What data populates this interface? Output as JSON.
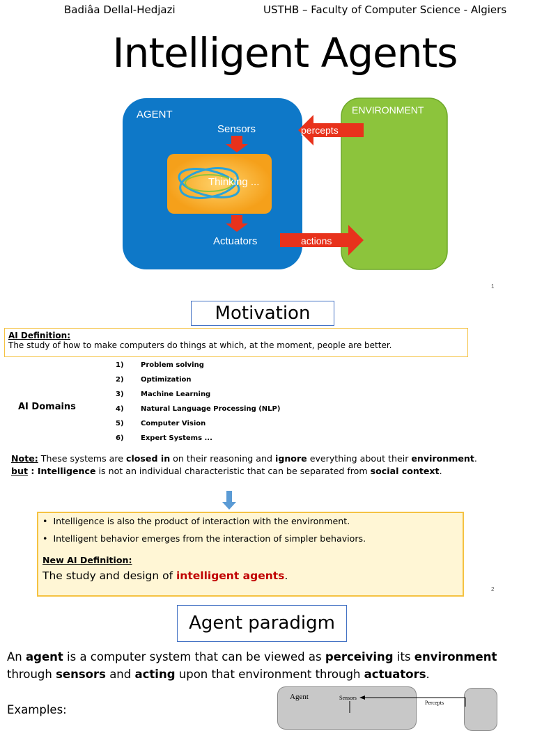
{
  "header": {
    "author": "Badiâa Dellal-Hedjazi",
    "institution": "USTHB – Faculty of Computer Science - Algiers"
  },
  "slide1": {
    "title": "Intelligent Agents",
    "page": "1",
    "diagram": {
      "agent_label": "AGENT",
      "environment_label": "ENVIRONMENT",
      "sensors": "Sensors",
      "thinking": "Thinking ...",
      "actuators": "Actuators",
      "percepts": "percepts",
      "actions": "actions"
    }
  },
  "slide2": {
    "title": "Motivation",
    "page": "2",
    "ai_def_heading": "AI Definition:",
    "ai_def_text": "The study of how to make computers do things at which, at the moment, people are better.",
    "domains_label": "AI Domains",
    "domains": [
      {
        "num": "1)",
        "label": "Problem solving"
      },
      {
        "num": "2)",
        "label": "Optimization"
      },
      {
        "num": "3)",
        "label": "Machine Learning"
      },
      {
        "num": "4)",
        "label": "Natural Language Processing  (NLP)"
      },
      {
        "num": "5)",
        "label": "Computer Vision"
      },
      {
        "num": "6)",
        "label": "Expert Systems ..."
      }
    ],
    "note": {
      "note_label": "Note:",
      "t1": " These systems are ",
      "b1": "closed in",
      "t2": " on their reasoning and ",
      "b2": "ignore",
      "t3": " everything about their ",
      "b3": "environment",
      "t4": ".",
      "but_label": "but",
      "t5": " : ",
      "b4": "Intelligence",
      "t6": " is not an individual characteristic that can be separated from ",
      "b5": "social context",
      "t7": "."
    },
    "bullets": [
      "Intelligence is also the product of interaction with the environment.",
      "Intelligent behavior emerges from the interaction of simpler behaviors."
    ],
    "new_def_heading": "New AI Definition:",
    "new_def_prefix": "The study and design of ",
    "new_def_highlight": "intelligent agents",
    "new_def_suffix": "."
  },
  "slide3": {
    "title": "Agent paradigm",
    "p1": "An ",
    "b1": "agent",
    "p2": " is a computer system that can be viewed as ",
    "b2": "perceiving",
    "p3": " its ",
    "b3": "environment",
    "p4": "through ",
    "b4": "sensors",
    "p5": " and ",
    "b5": "acting",
    "p6": " upon that environment through ",
    "b6": "actuators",
    "p7": ".",
    "examples": "Examples:",
    "mini": {
      "agent": "Agent",
      "sensors": "Sensors",
      "percepts": "Percepts"
    }
  },
  "colors": {
    "agent_blue": "#0e78c8",
    "environment_green": "#8cc43c",
    "thinking_orange": "#f7a21b",
    "arrow_red": "#e8321c",
    "box_border_blue": "#4472c4",
    "yellow_border": "#f5c242",
    "yellow_fill": "#fff6d5",
    "highlight_red": "#c00000"
  }
}
